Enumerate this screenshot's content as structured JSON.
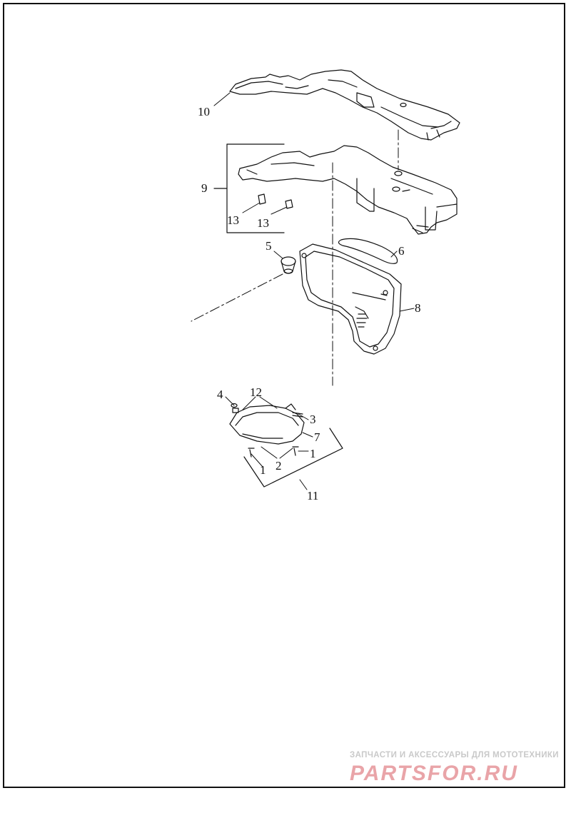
{
  "callouts": {
    "c1a": "1",
    "c1b": "1",
    "c2": "2",
    "c3": "3",
    "c4": "4",
    "c5": "5",
    "c6": "6",
    "c7": "7",
    "c8": "8",
    "c9": "9",
    "c10": "10",
    "c11": "11",
    "c12": "12",
    "c13a": "13",
    "c13b": "13"
  },
  "watermark": {
    "tagline": "ЗАПЧАСТИ И АКСЕССУАРЫ ДЛЯ МОТОТЕХНИКИ",
    "logo": "PARTSFOR.RU"
  },
  "colors": {
    "line": "#111111",
    "watermark_grey": "#c9c9c9",
    "watermark_red": "#e9a4a8"
  }
}
